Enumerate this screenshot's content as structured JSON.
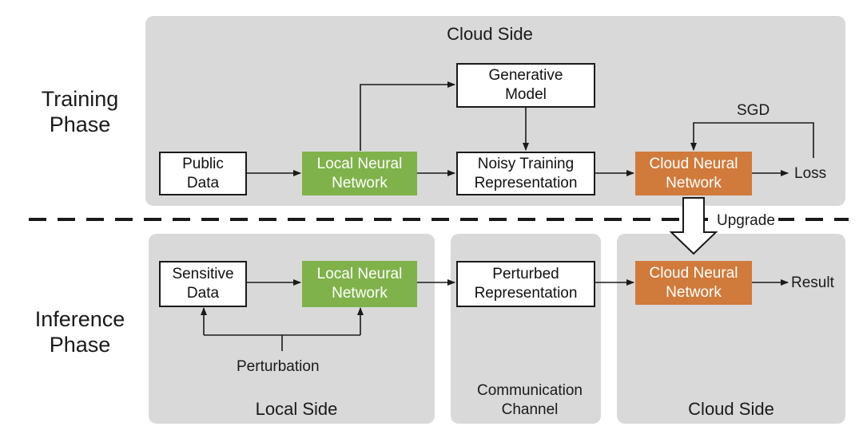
{
  "training": {
    "phase_label": "Training\nPhase",
    "panel_title": "Cloud Side",
    "public_data": "Public\nData",
    "local_nn": "Local Neural\nNetwork",
    "generative_model": "Generative\nModel",
    "noisy_repr": "Noisy Training\nRepresentation",
    "cloud_nn": "Cloud Neural\nNetwork",
    "sgd": "SGD",
    "loss": "Loss"
  },
  "upgrade": "Upgrade",
  "inference": {
    "phase_label": "Inference\nPhase",
    "local_panel_title": "Local Side",
    "comm_panel_title": "Communication\nChannel",
    "cloud_panel_title": "Cloud Side",
    "sensitive_data": "Sensitive\nData",
    "local_nn": "Local Neural\nNetwork",
    "perturbation": "Perturbation",
    "perturbed_repr": "Perturbed\nRepresentation",
    "cloud_nn": "Cloud Neural\nNetwork",
    "result": "Result"
  },
  "colors": {
    "panel": "#d9d9d9",
    "local_network": "#7fb24a",
    "cloud_network": "#d07a3b",
    "line": "#1a1a1a"
  }
}
